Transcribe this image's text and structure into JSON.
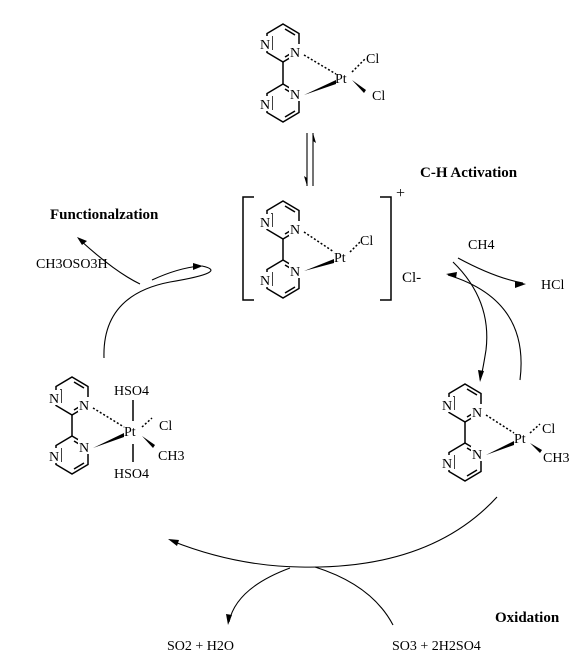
{
  "steps": {
    "ch_activation": "C-H Activation",
    "functionalization": "Functionalzation",
    "oxidation": "Oxidation"
  },
  "atoms": {
    "n": "N",
    "pt": "Pt",
    "cl": "Cl",
    "ch3": "CH3",
    "hso4": "HSO4"
  },
  "cation": {
    "charge": "+",
    "counter_ion": "Cl-"
  },
  "reagents": {
    "methane": "CH4",
    "hcl": "HCl",
    "product": "CH3OSO3H",
    "oxidant": "SO3 + 2H2SO4",
    "byproduct": "SO2 + H2O"
  },
  "colors": {
    "ink": "#000000",
    "background": "#ffffff"
  }
}
